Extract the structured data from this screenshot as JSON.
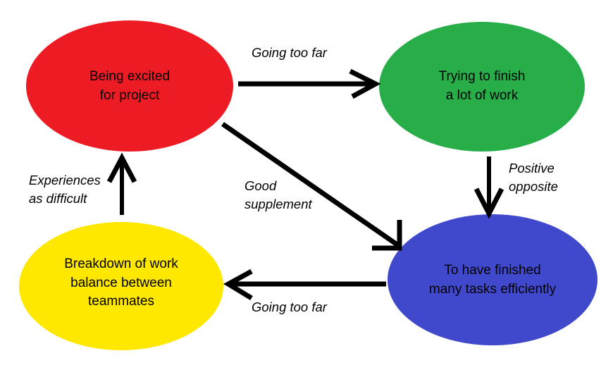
{
  "diagram": {
    "title": "Cycle diagram of project excitement and workload",
    "background": "#ffffff",
    "nodes": [
      {
        "id": "excited",
        "label": "Being excited\nfor project",
        "color": "#ED1C24",
        "name": "node-being-excited-for-project"
      },
      {
        "id": "finish",
        "label": "Trying to finish\na lot of work",
        "color": "#27AE49",
        "name": "node-trying-to-finish-a-lot-of-work"
      },
      {
        "id": "breakdown",
        "label": "Breakdown of work\nbalance between\nteammates",
        "color": "#FFE800",
        "name": "node-breakdown-of-work-balance"
      },
      {
        "id": "efficient",
        "label": "To have finished\nmany tasks efficiently",
        "color": "#4048CC",
        "name": "node-to-have-finished-many-tasks"
      }
    ],
    "edges": [
      {
        "id": "excited-to-finish",
        "label": "Going too far",
        "from": "excited",
        "to": "finish",
        "name": "edge-label-going-too-far-top"
      },
      {
        "id": "finish-to-efficient",
        "label": "Positive\nopposite",
        "from": "finish",
        "to": "efficient",
        "name": "edge-label-positive-opposite"
      },
      {
        "id": "efficient-to-breakdown",
        "label": "Going too far",
        "from": "efficient",
        "to": "breakdown",
        "name": "edge-label-going-too-far-bottom"
      },
      {
        "id": "breakdown-to-excited",
        "label": "Experiences\nas difficult",
        "from": "breakdown",
        "to": "excited",
        "name": "edge-label-experiences-as-difficult"
      },
      {
        "id": "excited-to-efficient",
        "label": "Good\nsupplement",
        "from": "excited",
        "to": "efficient",
        "name": "edge-label-good-supplement"
      }
    ],
    "stroke_color": "#000000"
  }
}
